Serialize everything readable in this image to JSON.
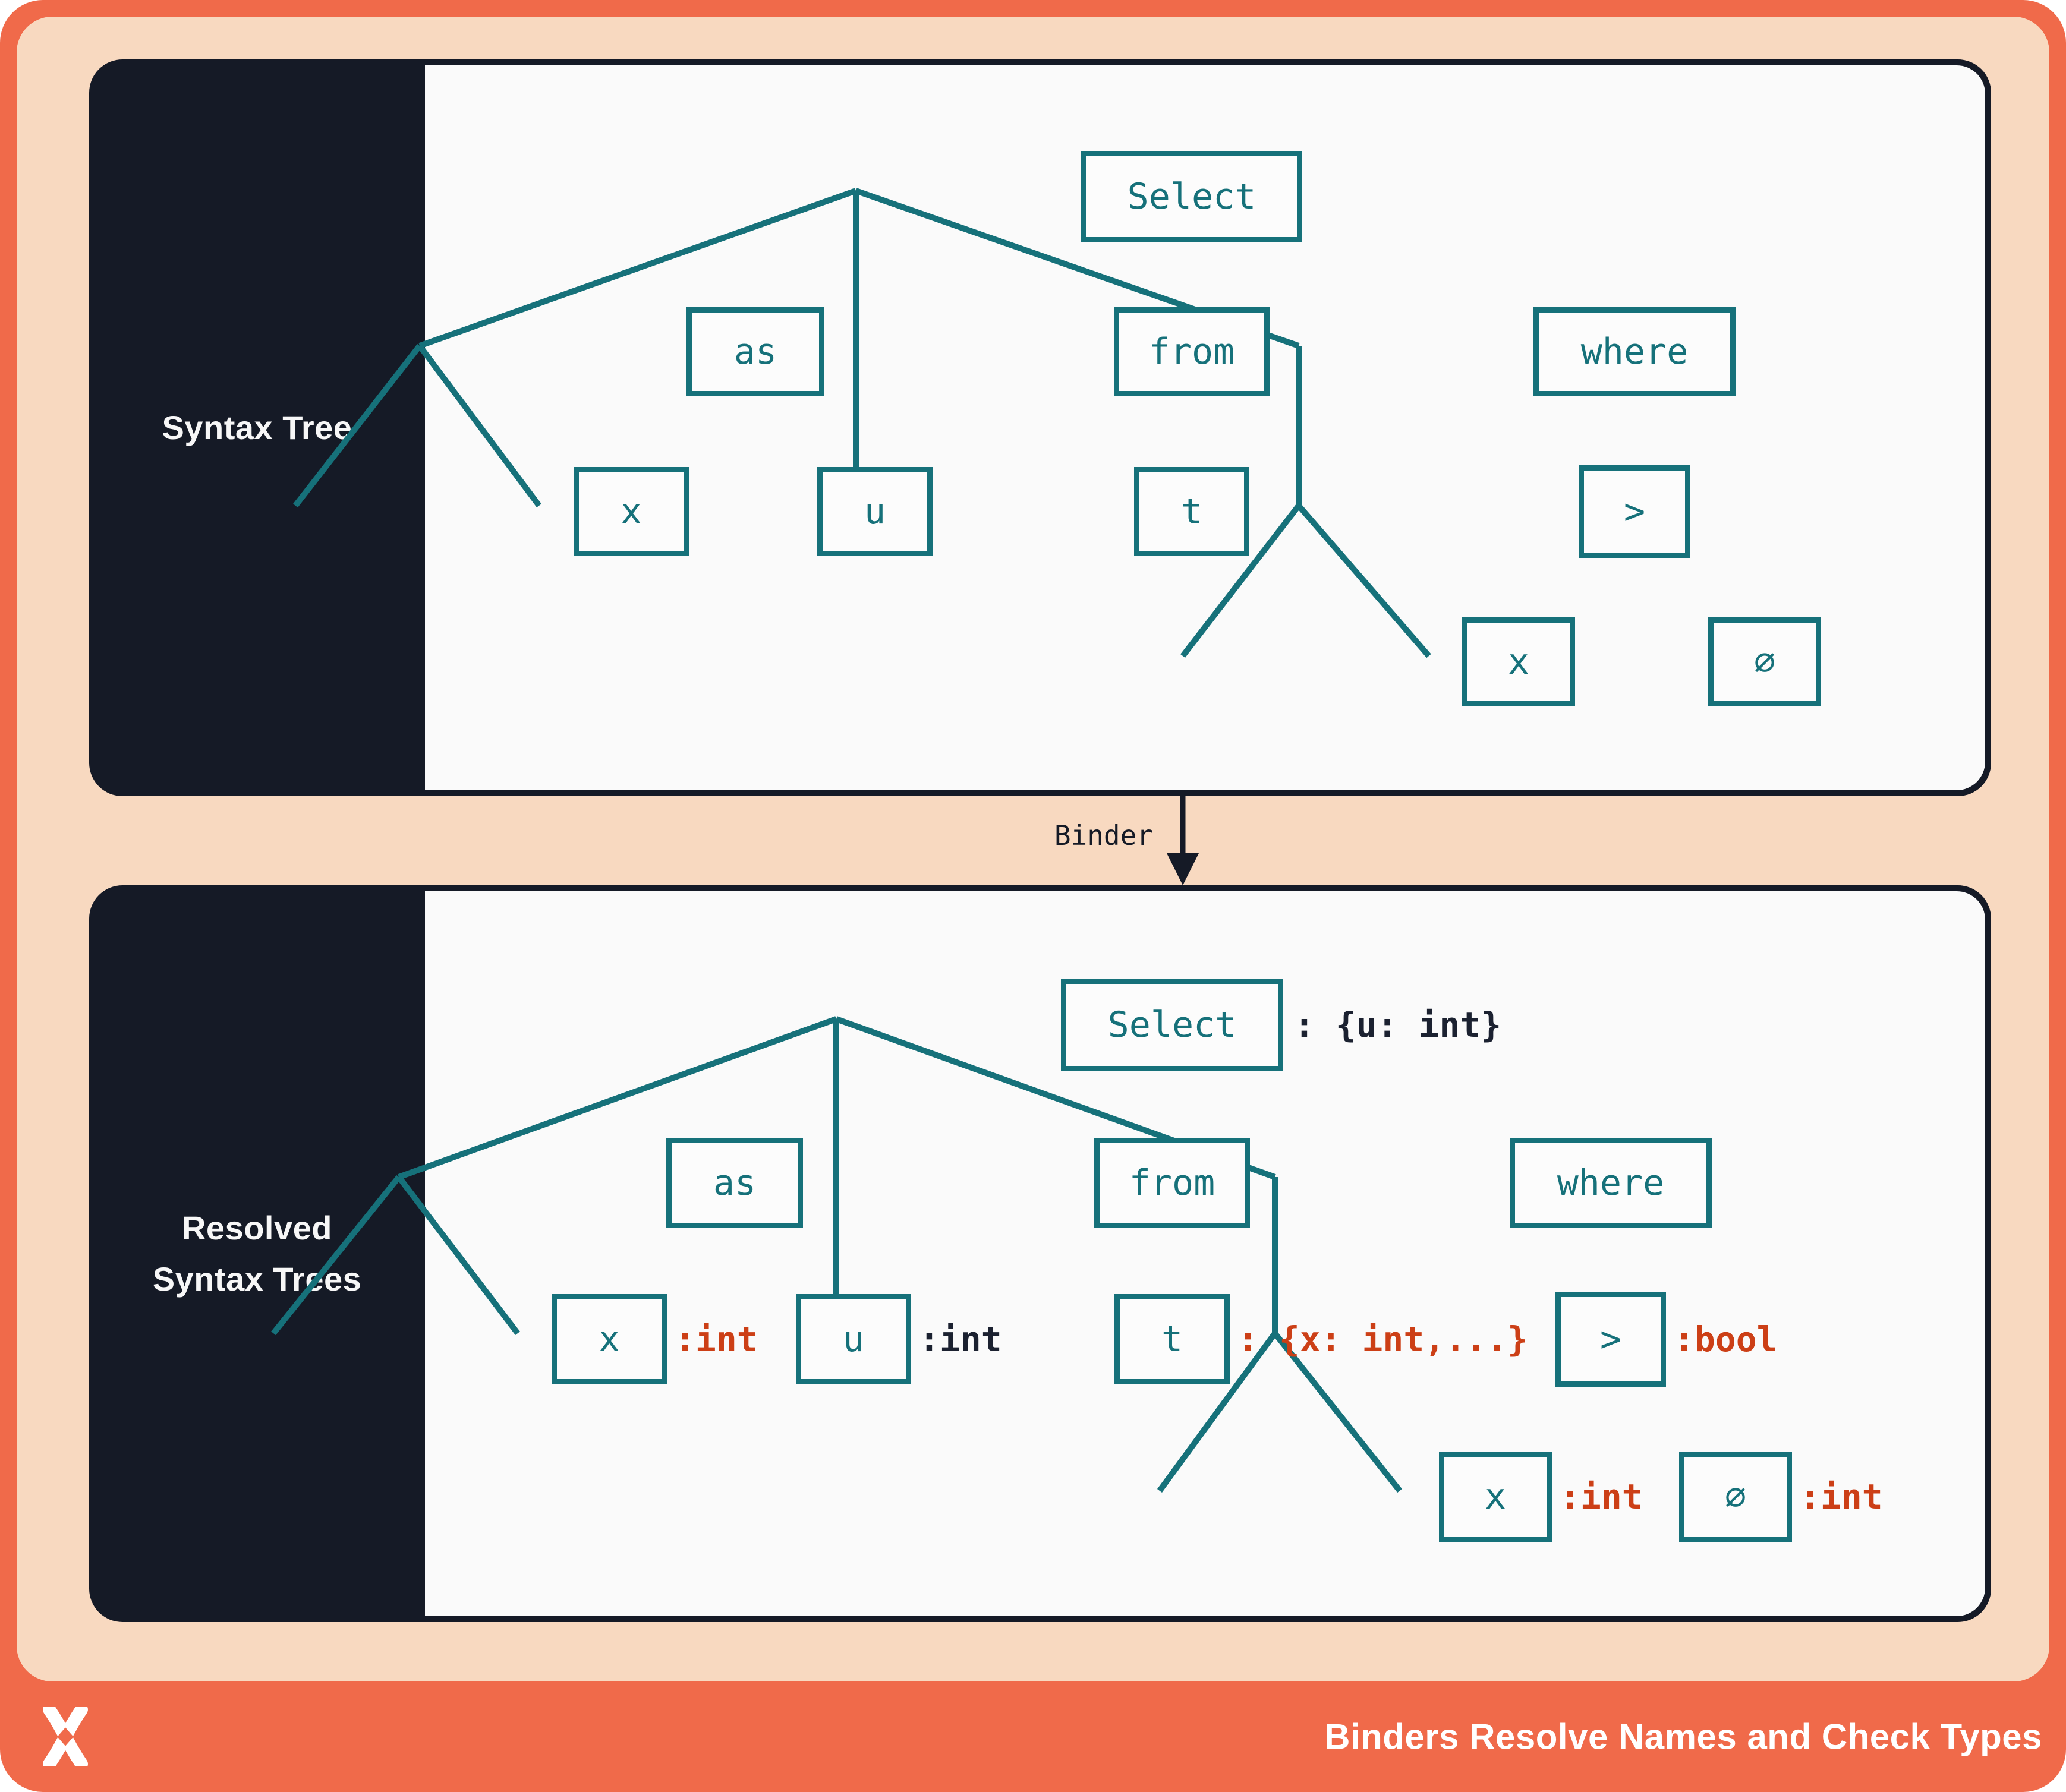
{
  "palette": {
    "frame_orange": "#f06a4a",
    "peach_background": "#f8d9c0",
    "panel_navy": "#151a26",
    "panel_offwhite": "#fafafa",
    "node_teal": "#16717a",
    "type_annotation_red": "#cc3f16",
    "type_annotation_navy": "#1b2130"
  },
  "top_panel": {
    "sidebar_label": "Syntax Tree",
    "nodes": {
      "select": "Select",
      "as": "as",
      "from": "from",
      "where": "where",
      "x": "x",
      "u": "u",
      "t": "t",
      "gt": ">",
      "x2": "x",
      "zero": "∅"
    }
  },
  "binder": {
    "label": "Binder"
  },
  "bottom_panel": {
    "sidebar_label_line1": "Resolved",
    "sidebar_label_line2": "Syntax Trees",
    "nodes": {
      "select": "Select",
      "as": "as",
      "from": "from",
      "where": "where",
      "x": "x",
      "u": "u",
      "t": "t",
      "gt": ">",
      "x2": "x",
      "zero": "∅"
    },
    "types": {
      "select": ": {u: int}",
      "x": ":int",
      "u": ":int",
      "t": ": {x: int,...}",
      "gt": ":bool",
      "x2": ":int",
      "zero": ":int"
    }
  },
  "footer": {
    "title": "Binders Resolve Names and Check Types"
  }
}
